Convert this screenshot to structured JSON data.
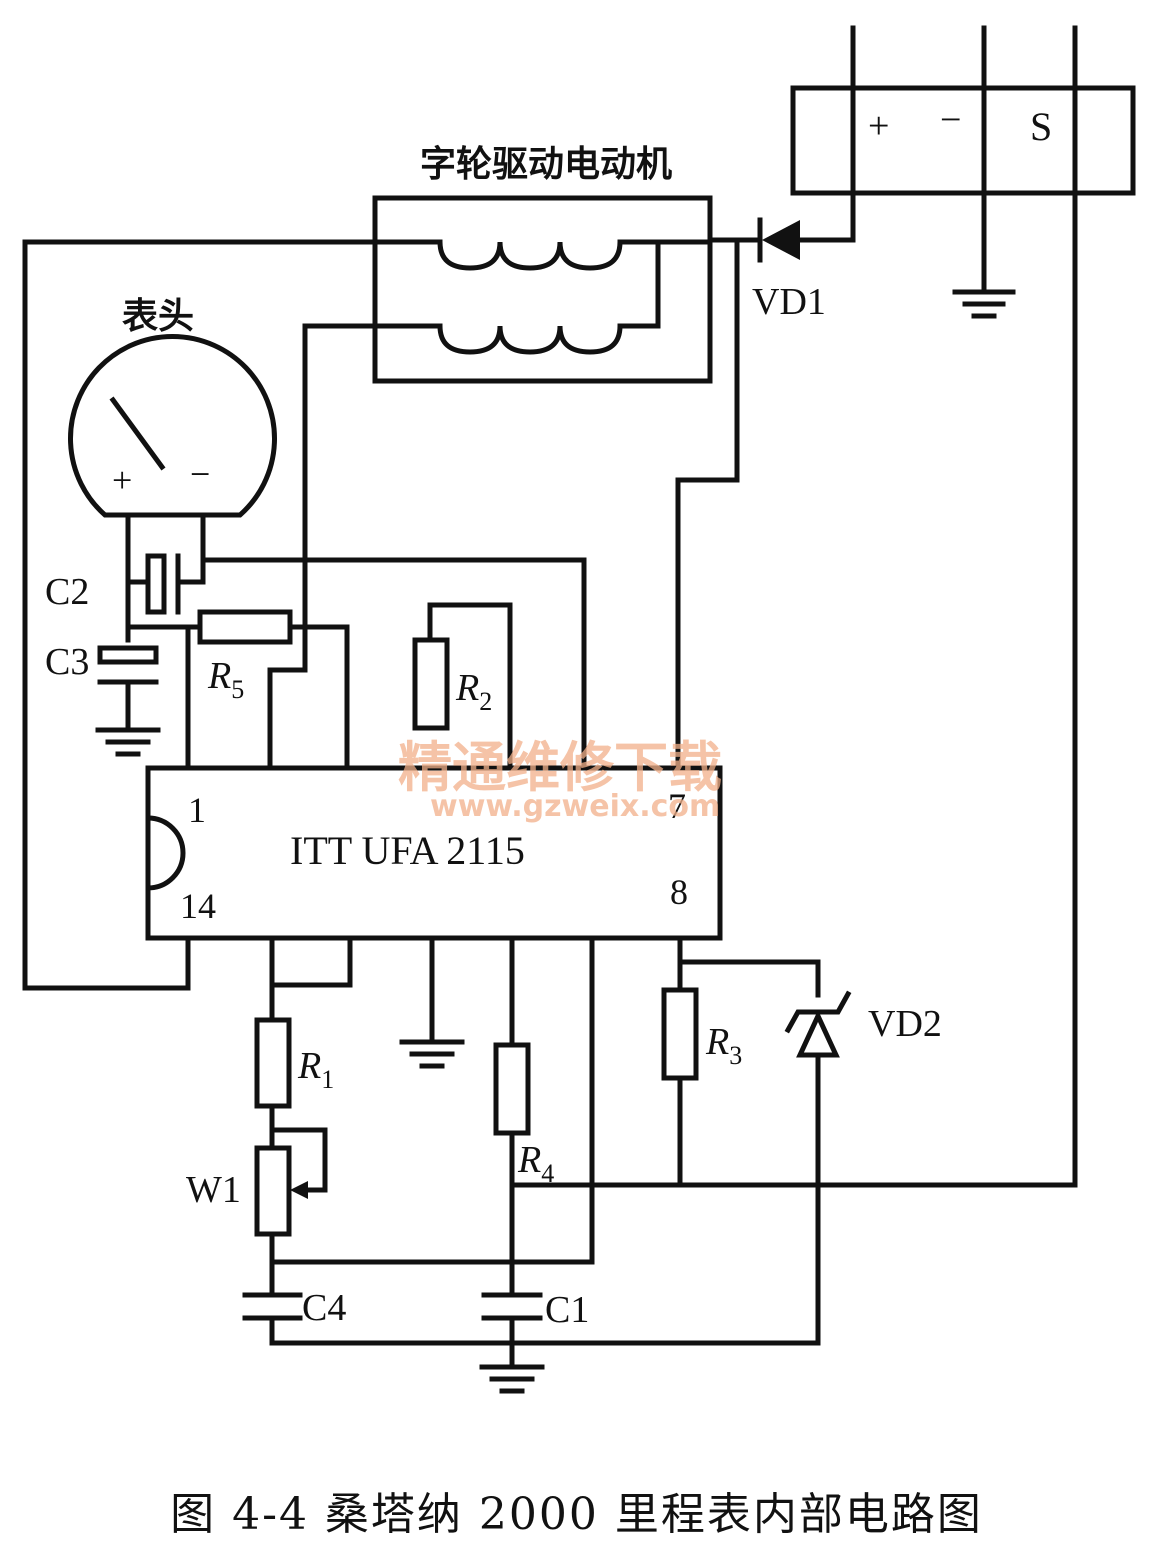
{
  "motor": {
    "title": "字轮驱动电动机"
  },
  "connector": {
    "plus": "+",
    "minus": "−",
    "s": "S"
  },
  "meter": {
    "title": "表头",
    "plus": "+",
    "minus": "−"
  },
  "ic": {
    "name": "ITT UFA 2115",
    "pin1": "1",
    "pin7": "7",
    "pin8": "8",
    "pin14": "14"
  },
  "components": {
    "vd1": "VD1",
    "vd2": "VD2",
    "c1": "C1",
    "c2": "C2",
    "c3": "C3",
    "c4": "C4",
    "r1": "R",
    "r1_sub": "1",
    "r2": "R",
    "r2_sub": "2",
    "r3": "R",
    "r3_sub": "3",
    "r4": "R",
    "r4_sub": "4",
    "r5": "R",
    "r5_sub": "5",
    "w1": "W1"
  },
  "watermark": {
    "cn": "精通维修下载",
    "url": "www.gzweix.com",
    "color": "#f2b08a"
  },
  "caption": "图 4-4    桑塔纳 2000 里程表内部电路图"
}
